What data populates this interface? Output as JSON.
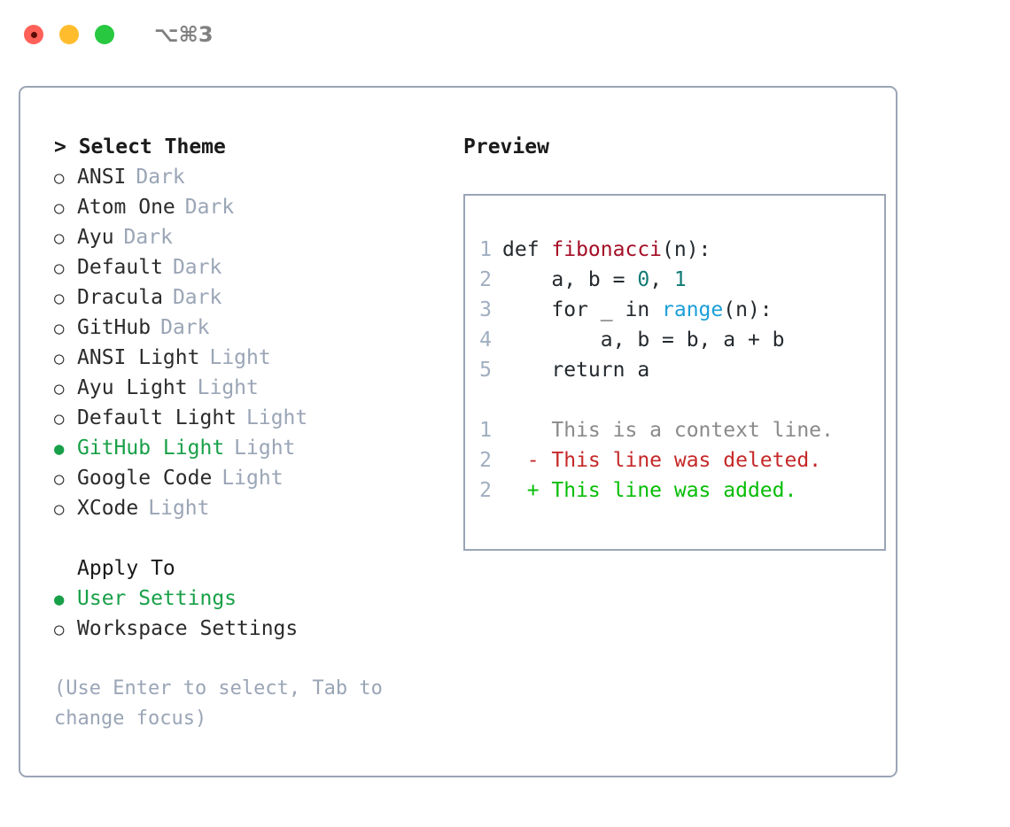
{
  "titlebar": {
    "shortcut": "⌥⌘3",
    "lights": [
      {
        "name": "close",
        "color": "#ff6058"
      },
      {
        "name": "minimize",
        "color": "#ffbd2e"
      },
      {
        "name": "maximize",
        "color": "#28c840"
      }
    ]
  },
  "theme_panel": {
    "title": "> Select Theme",
    "options": [
      {
        "label": "ANSI",
        "tag": "Dark",
        "selected": false
      },
      {
        "label": "Atom One",
        "tag": "Dark",
        "selected": false
      },
      {
        "label": "Ayu",
        "tag": "Dark",
        "selected": false
      },
      {
        "label": "Default",
        "tag": "Dark",
        "selected": false
      },
      {
        "label": "Dracula",
        "tag": "Dark",
        "selected": false
      },
      {
        "label": "GitHub",
        "tag": "Dark",
        "selected": false
      },
      {
        "label": "ANSI Light",
        "tag": "Light",
        "selected": false
      },
      {
        "label": "Ayu Light",
        "tag": "Light",
        "selected": false
      },
      {
        "label": "Default Light",
        "tag": "Light",
        "selected": false
      },
      {
        "label": "GitHub Light",
        "tag": "Light",
        "selected": true
      },
      {
        "label": "Google Code",
        "tag": "Light",
        "selected": false
      },
      {
        "label": "XCode",
        "tag": "Light",
        "selected": false
      }
    ],
    "marker_selected": "●",
    "marker_unselected": "○"
  },
  "apply_to": {
    "title": "Apply To",
    "options": [
      {
        "label": "User Settings",
        "selected": true
      },
      {
        "label": "Workspace Settings",
        "selected": false
      }
    ]
  },
  "hint": "(Use Enter to select, Tab to change focus)",
  "preview": {
    "title": "Preview",
    "code_lines": [
      {
        "ln": "1",
        "indent": "",
        "parts": [
          {
            "t": "def ",
            "c": "plain"
          },
          {
            "t": "fibonacci",
            "c": "fn"
          },
          {
            "t": "(n):",
            "c": "plain"
          }
        ]
      },
      {
        "ln": "2",
        "indent": "    ",
        "parts": [
          {
            "t": "a, b = ",
            "c": "plain"
          },
          {
            "t": "0",
            "c": "num"
          },
          {
            "t": ", ",
            "c": "plain"
          },
          {
            "t": "1",
            "c": "num"
          }
        ]
      },
      {
        "ln": "3",
        "indent": "    ",
        "parts": [
          {
            "t": "for _ in ",
            "c": "plain"
          },
          {
            "t": "range",
            "c": "call"
          },
          {
            "t": "(n):",
            "c": "plain"
          }
        ]
      },
      {
        "ln": "4",
        "indent": "        ",
        "parts": [
          {
            "t": "a, b = b, a + b",
            "c": "plain"
          }
        ]
      },
      {
        "ln": "5",
        "indent": "    ",
        "parts": [
          {
            "t": "return a",
            "c": "plain"
          }
        ]
      }
    ],
    "diff_lines": [
      {
        "ln": "1",
        "sign": " ",
        "text": "This is a context line.",
        "kind": "ctx"
      },
      {
        "ln": "2",
        "sign": "-",
        "text": "This line was deleted.",
        "kind": "del"
      },
      {
        "ln": "2",
        "sign": "+",
        "text": "This line was added.",
        "kind": "add"
      }
    ]
  },
  "colors": {
    "accent_green": "#18a048",
    "border": "#9aa5b6",
    "muted": "#9aa5b6",
    "line_number": "#a0aec0",
    "code_fn": "#a40e26",
    "code_num": "#107b74",
    "code_call": "#1b9fd8",
    "diff_add": "#06bd06",
    "diff_del": "#c62828",
    "diff_ctx": "#8a8a8a",
    "shortcut": "#808080"
  }
}
